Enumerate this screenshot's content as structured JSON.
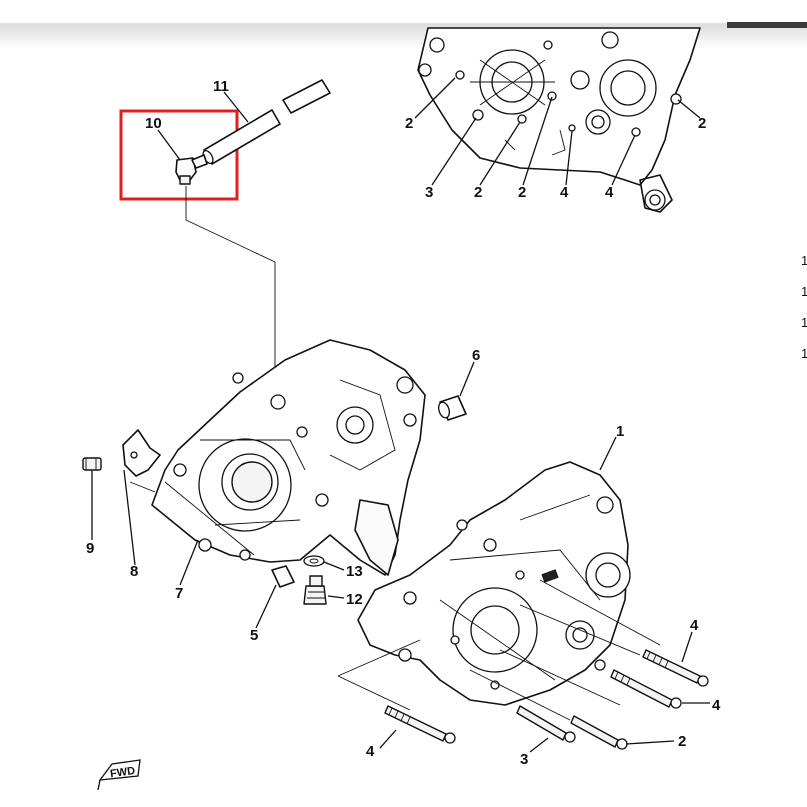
{
  "diagram": {
    "callouts": [
      {
        "id": "c11",
        "text": "11"
      },
      {
        "id": "c10",
        "text": "10"
      },
      {
        "id": "c6",
        "text": "6"
      },
      {
        "id": "c1",
        "text": "1"
      },
      {
        "id": "c9",
        "text": "9"
      },
      {
        "id": "c8",
        "text": "8"
      },
      {
        "id": "c7",
        "text": "7"
      },
      {
        "id": "c13",
        "text": "13"
      },
      {
        "id": "c12",
        "text": "12"
      },
      {
        "id": "c5",
        "text": "5"
      },
      {
        "id": "c4a",
        "text": "4"
      },
      {
        "id": "c4b",
        "text": "4"
      },
      {
        "id": "c4c",
        "text": "4"
      },
      {
        "id": "c3b",
        "text": "3"
      },
      {
        "id": "c2b",
        "text": "2"
      },
      {
        "id": "t2a",
        "text": "2"
      },
      {
        "id": "t2b",
        "text": "2"
      },
      {
        "id": "t3",
        "text": "3"
      },
      {
        "id": "t2c",
        "text": "2"
      },
      {
        "id": "t2d",
        "text": "2"
      },
      {
        "id": "t4a",
        "text": "4"
      },
      {
        "id": "t4b",
        "text": "4"
      }
    ],
    "edge_numbers": [
      "1",
      "1",
      "1",
      "1"
    ],
    "fwd_label": "FWD",
    "highlight_color": "#e02020"
  }
}
